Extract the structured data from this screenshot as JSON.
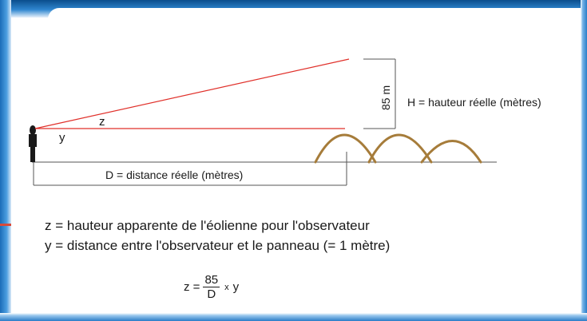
{
  "diagram": {
    "label_z": "z",
    "label_y": "y",
    "height_label": "85 m",
    "height_caption": "H = hauteur réelle (mètres)",
    "distance_caption": "D = distance réelle (mètres)",
    "colors": {
      "sight_line": "#e0302a",
      "hills": "#a67c3a",
      "ink": "#1a1a1a",
      "dimension_line": "#555555"
    }
  },
  "legend": {
    "line_z": "z = hauteur apparente de l'éolienne pour l'observateur",
    "line_y": "y = distance entre l'observateur et le panneau (= 1 mètre)"
  },
  "formula": {
    "lhs": "z =",
    "numerator": "85",
    "denominator": "D",
    "operator": "x",
    "rhs": "y"
  }
}
